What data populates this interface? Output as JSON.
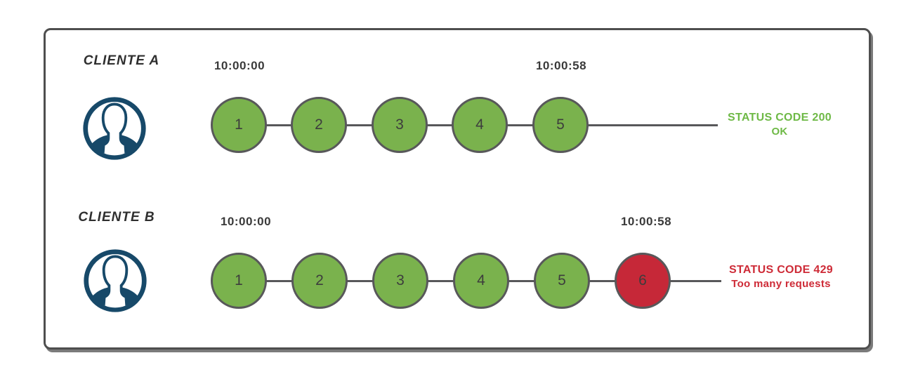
{
  "diagram": {
    "type": "rate-limit-comparison",
    "frame_border_color": "#4e4e4e"
  },
  "colors": {
    "request_accepted_fill": "#7ab24d",
    "request_rejected_fill": "#c62838",
    "circle_border": "#58585a",
    "line": "#58585a",
    "status_ok_text": "#6eb946",
    "status_error_text": "#ce2b37",
    "avatar_navy": "#174969",
    "timestamp_text": "#3a3a3a"
  },
  "clients": [
    {
      "name": "CLIENTE A",
      "start_time": "10:00:00",
      "end_time": "10:00:58",
      "requests": [
        "1",
        "2",
        "3",
        "4",
        "5"
      ],
      "request_states": [
        "accepted",
        "accepted",
        "accepted",
        "accepted",
        "accepted"
      ],
      "status_code": "STATUS CODE 200",
      "status_message": "OK"
    },
    {
      "name": "CLIENTE B",
      "start_time": "10:00:00",
      "end_time": "10:00:58",
      "requests": [
        "1",
        "2",
        "3",
        "4",
        "5",
        "6"
      ],
      "request_states": [
        "accepted",
        "accepted",
        "accepted",
        "accepted",
        "accepted",
        "rejected"
      ],
      "status_code": "STATUS CODE 429",
      "status_message": "Too many requests"
    }
  ]
}
